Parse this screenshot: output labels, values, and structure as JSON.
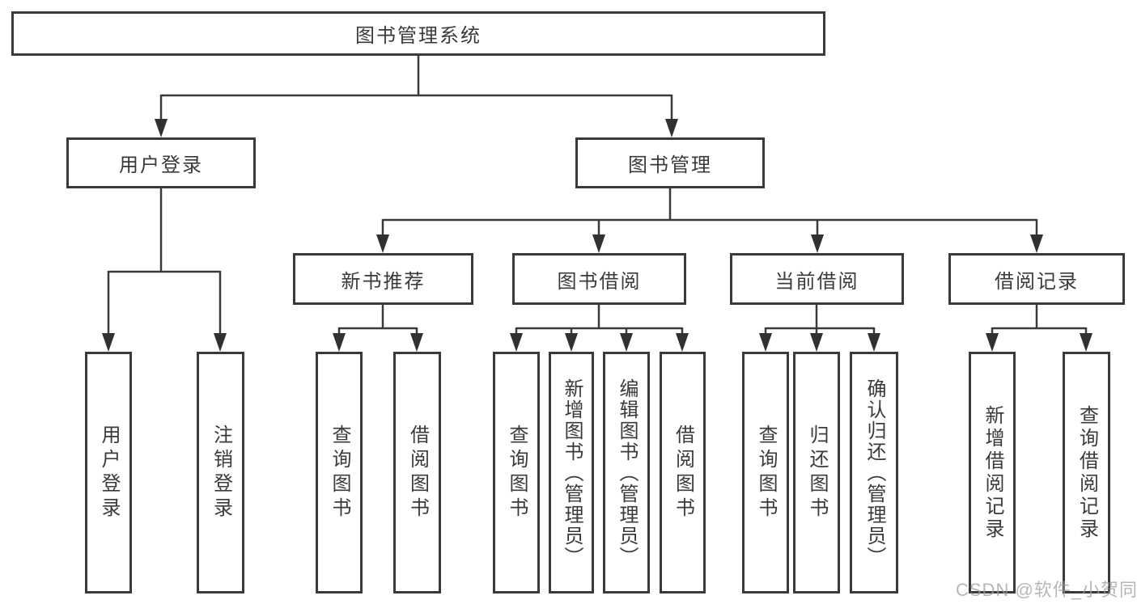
{
  "diagram_title": "图书管理系统",
  "nodes": {
    "root": {
      "label": "图书管理系统"
    },
    "user_login": {
      "label": "用户登录"
    },
    "book_mgmt": {
      "label": "图书管理"
    },
    "new_book_rec": {
      "label": "新书推荐"
    },
    "book_borrow": {
      "label": "图书借阅"
    },
    "current_borrow": {
      "label": "当前借阅"
    },
    "borrow_records": {
      "label": "借阅记录"
    },
    "leaf_user_login": {
      "label": "用户登录"
    },
    "leaf_logout": {
      "label": "注销登录"
    },
    "leaf_nb_query_book": {
      "label": "查询图书"
    },
    "leaf_nb_borrow_book": {
      "label": "借阅图书"
    },
    "leaf_bb_query_book": {
      "label": "查询图书"
    },
    "leaf_bb_add_book": {
      "label": "新增图书（管理员）"
    },
    "leaf_bb_edit_book": {
      "label": "编辑图书（管理员）"
    },
    "leaf_bb_borrow_book": {
      "label": "借阅图书"
    },
    "leaf_cb_query_book": {
      "label": "查询图书"
    },
    "leaf_cb_return_book": {
      "label": "归还图书"
    },
    "leaf_cb_confirm_return": {
      "label": "确认归还（管理员）"
    },
    "leaf_br_add_record": {
      "label": "新增借阅记录"
    },
    "leaf_br_query_record": {
      "label": "查询借阅记录"
    }
  },
  "watermark": "CSDN @软件_小贺同学",
  "colors": {
    "line": "#3a3a3a",
    "text": "#3a3a3a",
    "box_border": "#3a3a3a",
    "watermark": "#9e9e9e"
  }
}
